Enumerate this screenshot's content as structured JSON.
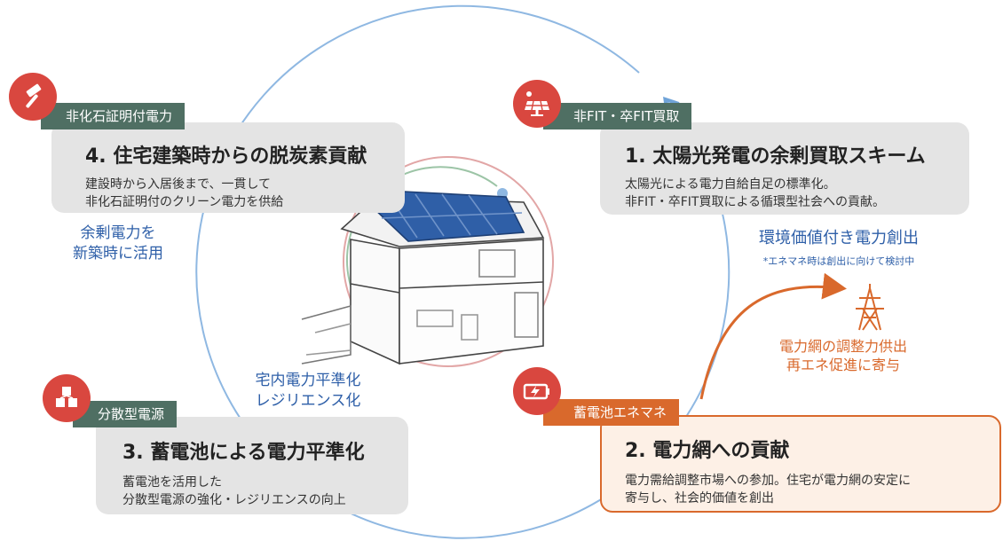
{
  "items": {
    "card4": {
      "tag": "非化石証明付電力",
      "title": "4. 住宅建築時からの脱炭素貢献",
      "body": [
        "建設時から入居後まで、一貫して",
        "非化石証明付のクリーン電力を供給"
      ],
      "icon": "hammer-icon"
    },
    "card1": {
      "tag": "非FIT・卒FIT買取",
      "title": "1. 太陽光発電の余剰買取スキーム",
      "body": [
        "太陽光による電力自給自足の標準化。",
        "非FIT・卒FIT買取による循環型社会への貢献。"
      ],
      "icon": "solar-panel-icon"
    },
    "card3": {
      "tag": "分散型電源",
      "title": "3. 蓄電池による電力平準化",
      "body": [
        "蓄電池を活用した",
        "分散型電源の強化・レジリエンスの向上"
      ],
      "icon": "cubes-icon"
    },
    "card2": {
      "tag": "蓄電池エネマネ",
      "title": "2. 電力網への貢献",
      "body": [
        "電力需給調整市場への参加。住宅が電力網の安定に",
        "寄与し、社会的価値を創出"
      ],
      "icon": "battery-icon"
    }
  },
  "annotations": {
    "surplus": [
      "余剰電力を",
      "新築時に活用"
    ],
    "leveling": [
      "宅内電力平準化",
      "レジリエンス化"
    ],
    "env_value": "環境価値付き電力創出",
    "env_note": "*エネマネ時は創出に向けて検討中",
    "grid": [
      "電力網の調整力供出",
      "再エネ促進に寄与"
    ]
  },
  "colors": {
    "tag_green": "#4f6f63",
    "accent_orange": "#d9692c",
    "badge_red": "#d9473f",
    "text_blue": "#2e5fa8",
    "card_gray": "#e4e4e4"
  }
}
